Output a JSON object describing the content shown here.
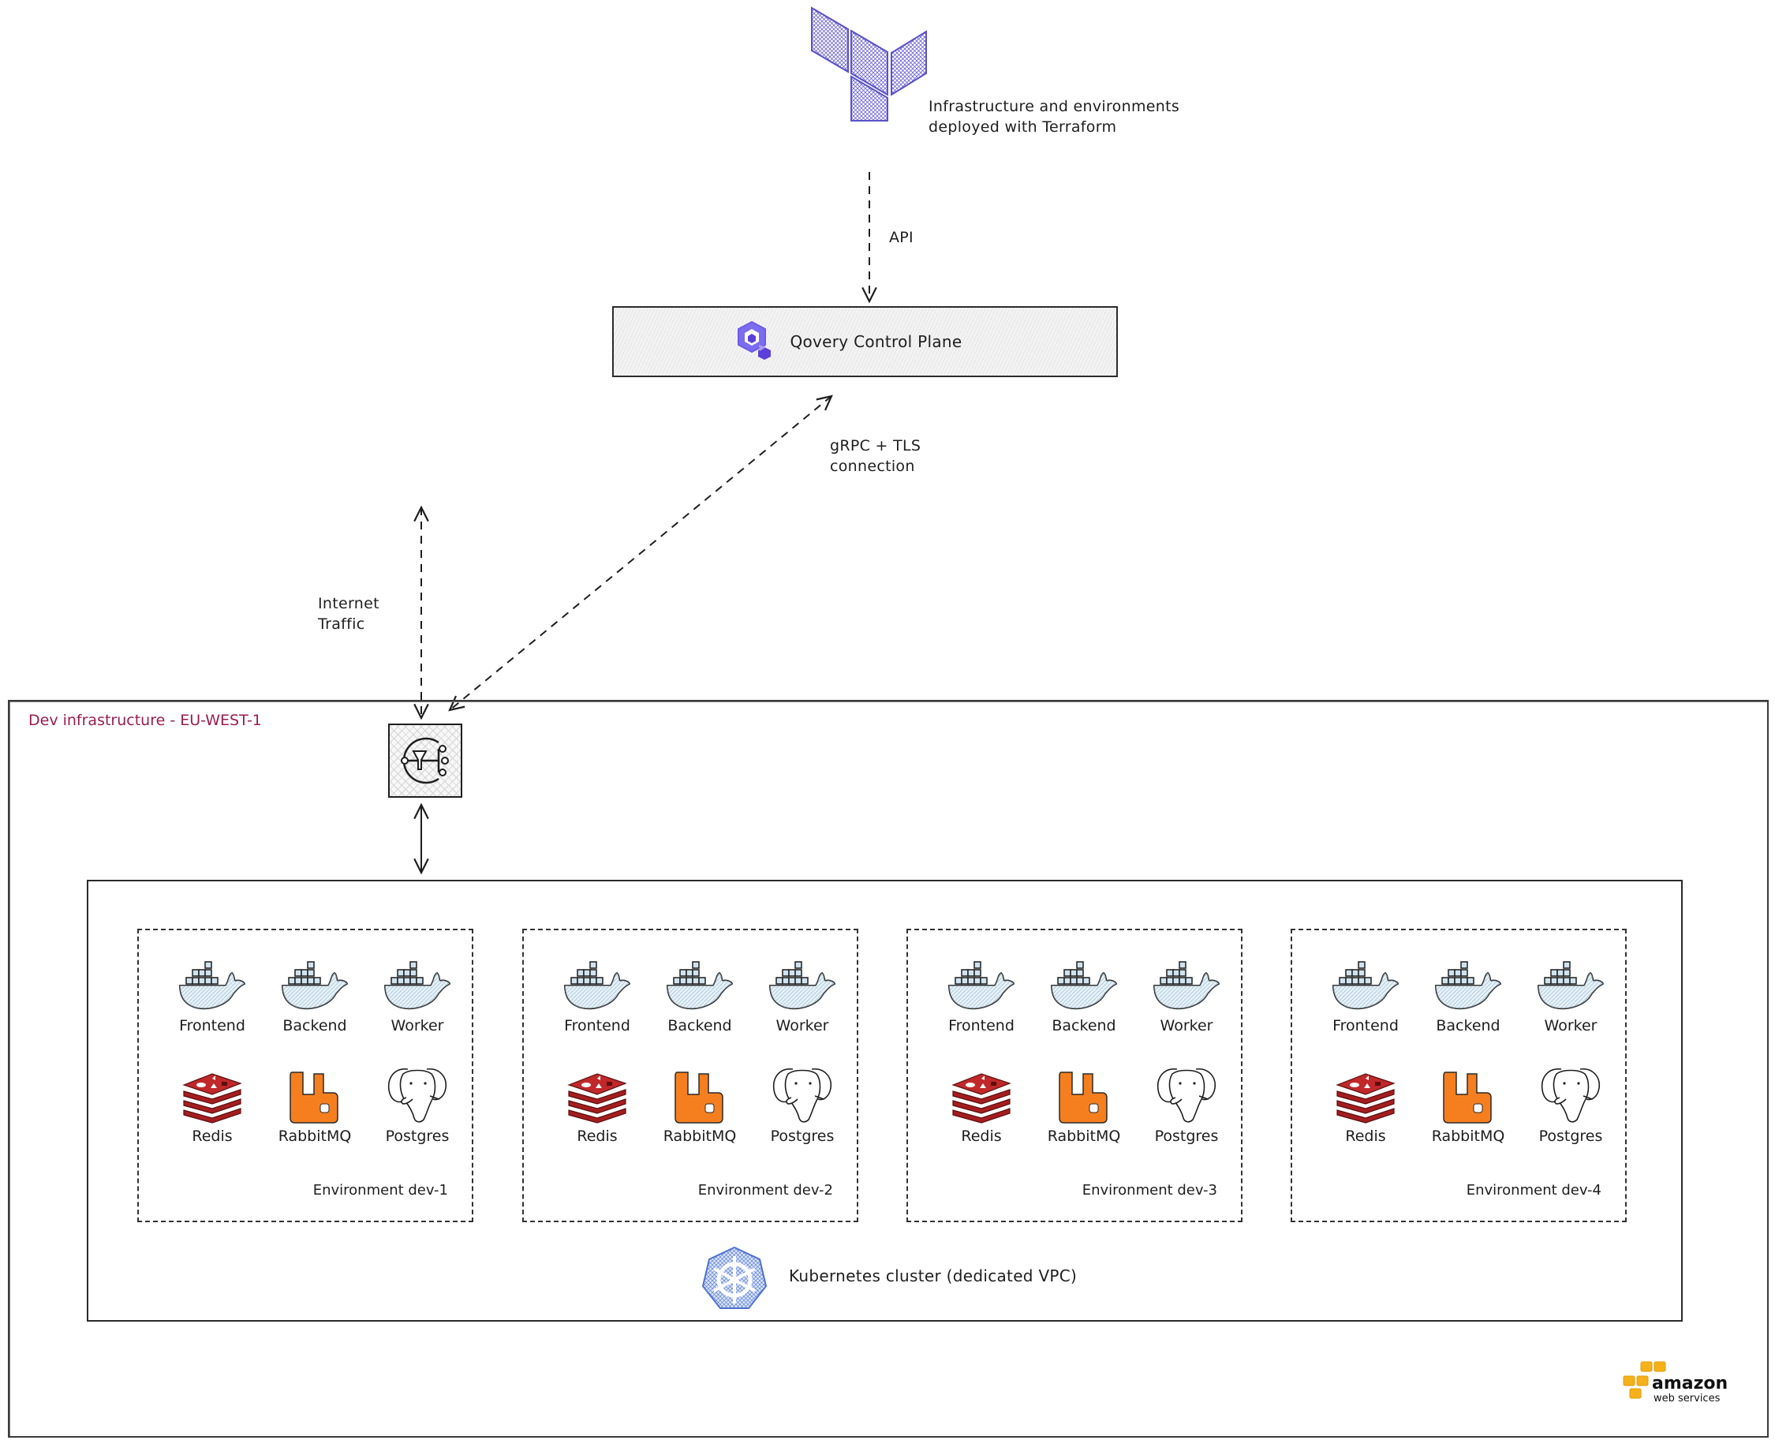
{
  "terraform": {
    "icon": "terraform-logo-icon",
    "caption_line1": "Infrastructure and environments",
    "caption_line2": "deployed with Terraform",
    "color": "#6b63d4"
  },
  "connections": {
    "api_label": "API",
    "grpc_label_line1": "gRPC + TLS",
    "grpc_label_line2": "connection",
    "internet_label_line1": "Internet",
    "internet_label_line2": "Traffic"
  },
  "control_plane": {
    "label": "Qovery Control Plane",
    "icon": "qovery-logo-icon",
    "accent": "#6c5ce7"
  },
  "infrastructure": {
    "title": "Dev infrastructure - EU-WEST-1",
    "title_color": "#9b1c4e",
    "load_balancer_icon": "load-balancer-icon",
    "cluster_label": "Kubernetes cluster (dedicated VPC)",
    "cluster_icon": "kubernetes-icon",
    "provider_logo": {
      "line1": "amazon",
      "line2": "web services",
      "color": "#f5a623"
    }
  },
  "environments": [
    {
      "label": "Environment dev-1"
    },
    {
      "label": "Environment dev-2"
    },
    {
      "label": "Environment dev-3"
    },
    {
      "label": "Environment dev-4"
    }
  ],
  "services": [
    {
      "name": "Frontend",
      "icon": "docker"
    },
    {
      "name": "Backend",
      "icon": "docker"
    },
    {
      "name": "Worker",
      "icon": "docker"
    },
    {
      "name": "Redis",
      "icon": "redis"
    },
    {
      "name": "RabbitMQ",
      "icon": "rabbitmq"
    },
    {
      "name": "Postgres",
      "icon": "postgres"
    }
  ],
  "colors": {
    "docker_fill": "#cfe3ef",
    "redis": "#c0282a",
    "rabbitmq": "#f57f1f",
    "kubernetes": "#5b7fd6"
  }
}
